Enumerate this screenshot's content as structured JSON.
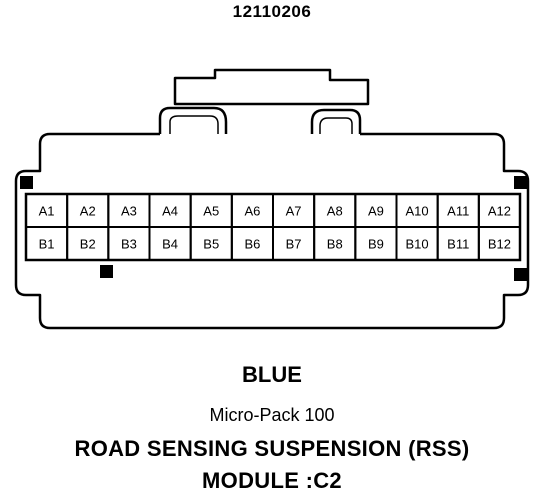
{
  "part_number": "12110206",
  "pins": {
    "row_a": [
      "A1",
      "A2",
      "A3",
      "A4",
      "A5",
      "A6",
      "A7",
      "A8",
      "A9",
      "A10",
      "A11",
      "A12"
    ],
    "row_b": [
      "B1",
      "B2",
      "B3",
      "B4",
      "B5",
      "B6",
      "B7",
      "B8",
      "B9",
      "B10",
      "B11",
      "B12"
    ]
  },
  "connector_color": "BLUE",
  "connector_series": "Micro-Pack 100",
  "title_line1": "ROAD SENSING SUSPENSION (RSS)",
  "title_line2": "MODULE :C2"
}
